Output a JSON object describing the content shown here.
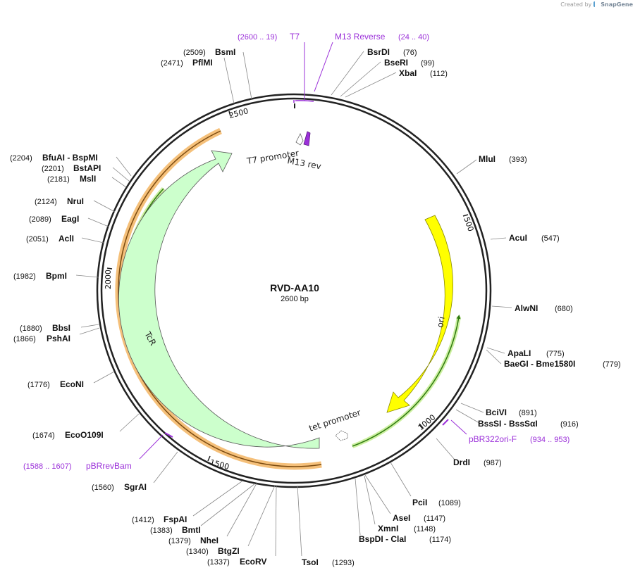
{
  "credit": {
    "prefix": "Created by",
    "brand": "SnapGene"
  },
  "plasmid": {
    "name": "RVD-AA10",
    "size_label": "2600 bp",
    "length": 2600
  },
  "ticks": [
    {
      "pos": 500,
      "label": "500"
    },
    {
      "pos": 1000,
      "label": "1000"
    },
    {
      "pos": 1500,
      "label": "1500"
    },
    {
      "pos": 2000,
      "label": "2000"
    },
    {
      "pos": 2500,
      "label": "2500"
    }
  ],
  "enzymes": [
    {
      "name": "BsrDI",
      "pos": 76,
      "label_pos": "(76)"
    },
    {
      "name": "BseRI",
      "pos": 99,
      "label_pos": "(99)"
    },
    {
      "name": "XbaI",
      "pos": 112,
      "label_pos": "(112)"
    },
    {
      "name": "MluI",
      "pos": 393,
      "label_pos": "(393)"
    },
    {
      "name": "AcuI",
      "pos": 547,
      "label_pos": "(547)"
    },
    {
      "name": "AlwNI",
      "pos": 680,
      "label_pos": "(680)"
    },
    {
      "name": "ApaLI",
      "pos": 775,
      "label_pos": "(775)"
    },
    {
      "name": "BaeGI - Bme1580I",
      "pos": 779,
      "label_pos": "(779)"
    },
    {
      "name": "BciVI",
      "pos": 891,
      "label_pos": "(891)"
    },
    {
      "name": "BssSI - BssSαI",
      "pos": 916,
      "label_pos": "(916)"
    },
    {
      "name": "DrdI",
      "pos": 987,
      "label_pos": "(987)"
    },
    {
      "name": "PciI",
      "pos": 1089,
      "label_pos": "(1089)"
    },
    {
      "name": "AseI",
      "pos": 1147,
      "label_pos": "(1147)"
    },
    {
      "name": "XmnI",
      "pos": 1148,
      "label_pos": "(1148)"
    },
    {
      "name": "BspDI - ClaI",
      "pos": 1174,
      "label_pos": "(1174)"
    },
    {
      "name": "TsoI",
      "pos": 1293,
      "label_pos": "(1293)"
    },
    {
      "name": "EcoRV",
      "pos": 1337,
      "label_pos": "(1337)"
    },
    {
      "name": "BtgZI",
      "pos": 1340,
      "label_pos": "(1340)"
    },
    {
      "name": "NheI",
      "pos": 1379,
      "label_pos": "(1379)"
    },
    {
      "name": "BmtI",
      "pos": 1383,
      "label_pos": "(1383)"
    },
    {
      "name": "FspAI",
      "pos": 1412,
      "label_pos": "(1412)"
    },
    {
      "name": "SgrAI",
      "pos": 1560,
      "label_pos": "(1560)"
    },
    {
      "name": "EcoO109I",
      "pos": 1674,
      "label_pos": "(1674)"
    },
    {
      "name": "EcoNI",
      "pos": 1776,
      "label_pos": "(1776)"
    },
    {
      "name": "PshAI",
      "pos": 1866,
      "label_pos": "(1866)"
    },
    {
      "name": "BbsI",
      "pos": 1880,
      "label_pos": "(1880)"
    },
    {
      "name": "BpmI",
      "pos": 1982,
      "label_pos": "(1982)"
    },
    {
      "name": "AclI",
      "pos": 2051,
      "label_pos": "(2051)"
    },
    {
      "name": "EagI",
      "pos": 2089,
      "label_pos": "(2089)"
    },
    {
      "name": "NruI",
      "pos": 2124,
      "label_pos": "(2124)"
    },
    {
      "name": "MslI",
      "pos": 2181,
      "label_pos": "(2181)"
    },
    {
      "name": "BstAPI",
      "pos": 2201,
      "label_pos": "(2201)"
    },
    {
      "name": "BfuAI - BspMI",
      "pos": 2204,
      "label_pos": "(2204)"
    },
    {
      "name": "PflMI",
      "pos": 2471,
      "label_pos": "(2471)"
    },
    {
      "name": "BsmI",
      "pos": 2509,
      "label_pos": "(2509)"
    }
  ],
  "primers": [
    {
      "name": "T7",
      "range": "(2600 .. 19)"
    },
    {
      "name": "M13 Reverse",
      "range": "(24 .. 40)"
    },
    {
      "name": "pBR322ori-F",
      "range": "(934 .. 953)"
    },
    {
      "name": "pBRrevBam",
      "range": "(1588 .. 1607)"
    }
  ],
  "features": [
    {
      "name": "ori",
      "type": "rep_origin"
    },
    {
      "name": "TcR",
      "type": "CDS"
    },
    {
      "name": "tet promoter",
      "type": "promoter"
    },
    {
      "name": "T7 promoter",
      "type": "promoter"
    },
    {
      "name": "M13 rev",
      "type": "primer_bind"
    }
  ],
  "colors": {
    "backbone": "#222222",
    "primer": "#9b30d9",
    "ori": "#ffff00",
    "tcr": "#ccffcc",
    "orf_highlight": "#f5c07a",
    "orf_line": "#2f7a10",
    "orf_green_highlight": "#ccf0a0",
    "m13_feature": "#9b30d9"
  }
}
